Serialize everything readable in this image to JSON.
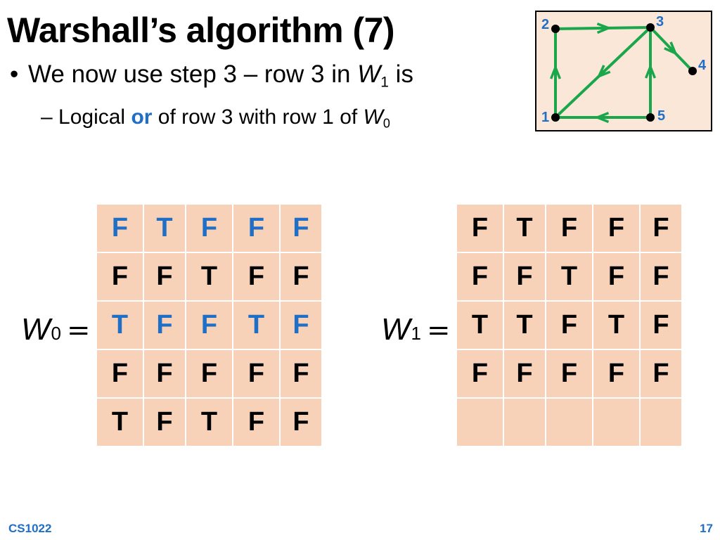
{
  "slide": {
    "title": "Warshall’s algorithm (7)",
    "bullet": {
      "marker": "•",
      "prefix": "We now use step 3 – row 3 in ",
      "var": "W",
      "sub": "1",
      "suffix": " is"
    },
    "subbullet": {
      "marker": "–",
      "prefix": "Logical ",
      "keyword": "or",
      "middle": " of row 3 with row 1 of ",
      "var": "W",
      "sub": "0"
    },
    "footer_left": "CS1022",
    "page_number": "17"
  },
  "graph": {
    "nodes": [
      {
        "id": "1",
        "label": "1"
      },
      {
        "id": "2",
        "label": "2"
      },
      {
        "id": "3",
        "label": "3"
      },
      {
        "id": "4",
        "label": "4"
      },
      {
        "id": "5",
        "label": "5"
      }
    ],
    "edges": [
      {
        "from": "1",
        "to": "2"
      },
      {
        "from": "2",
        "to": "3"
      },
      {
        "from": "3",
        "to": "1"
      },
      {
        "from": "3",
        "to": "4"
      },
      {
        "from": "5",
        "to": "3"
      },
      {
        "from": "5",
        "to": "1"
      }
    ],
    "colors": {
      "edge": "#1aa64a",
      "label": "#1f6fc6",
      "node": "#000000",
      "background": "#fbe7d8"
    }
  },
  "matrices": [
    {
      "name": "W0",
      "label_var": "W",
      "label_sub": "0",
      "label_eq": "=",
      "rows": [
        [
          "F",
          "T",
          "F",
          "F",
          "F"
        ],
        [
          "F",
          "F",
          "T",
          "F",
          "F"
        ],
        [
          "T",
          "F",
          "F",
          "T",
          "F"
        ],
        [
          "F",
          "F",
          "F",
          "F",
          "F"
        ],
        [
          "T",
          "F",
          "T",
          "F",
          "F"
        ]
      ],
      "highlighted_rows": [
        0,
        2
      ]
    },
    {
      "name": "W1",
      "label_var": "W",
      "label_sub": "1",
      "label_eq": "=",
      "rows": [
        [
          "F",
          "T",
          "F",
          "F",
          "F"
        ],
        [
          "F",
          "F",
          "T",
          "F",
          "F"
        ],
        [
          "T",
          "T",
          "F",
          "T",
          "F"
        ],
        [
          "F",
          "F",
          "F",
          "F",
          "F"
        ],
        [
          "",
          "",
          "",
          "",
          ""
        ]
      ],
      "highlighted_rows": []
    }
  ],
  "colors": {
    "accent": "#1f6fc6",
    "cell_fill": "#f8d2b8",
    "cell_border": "#ffffff"
  }
}
